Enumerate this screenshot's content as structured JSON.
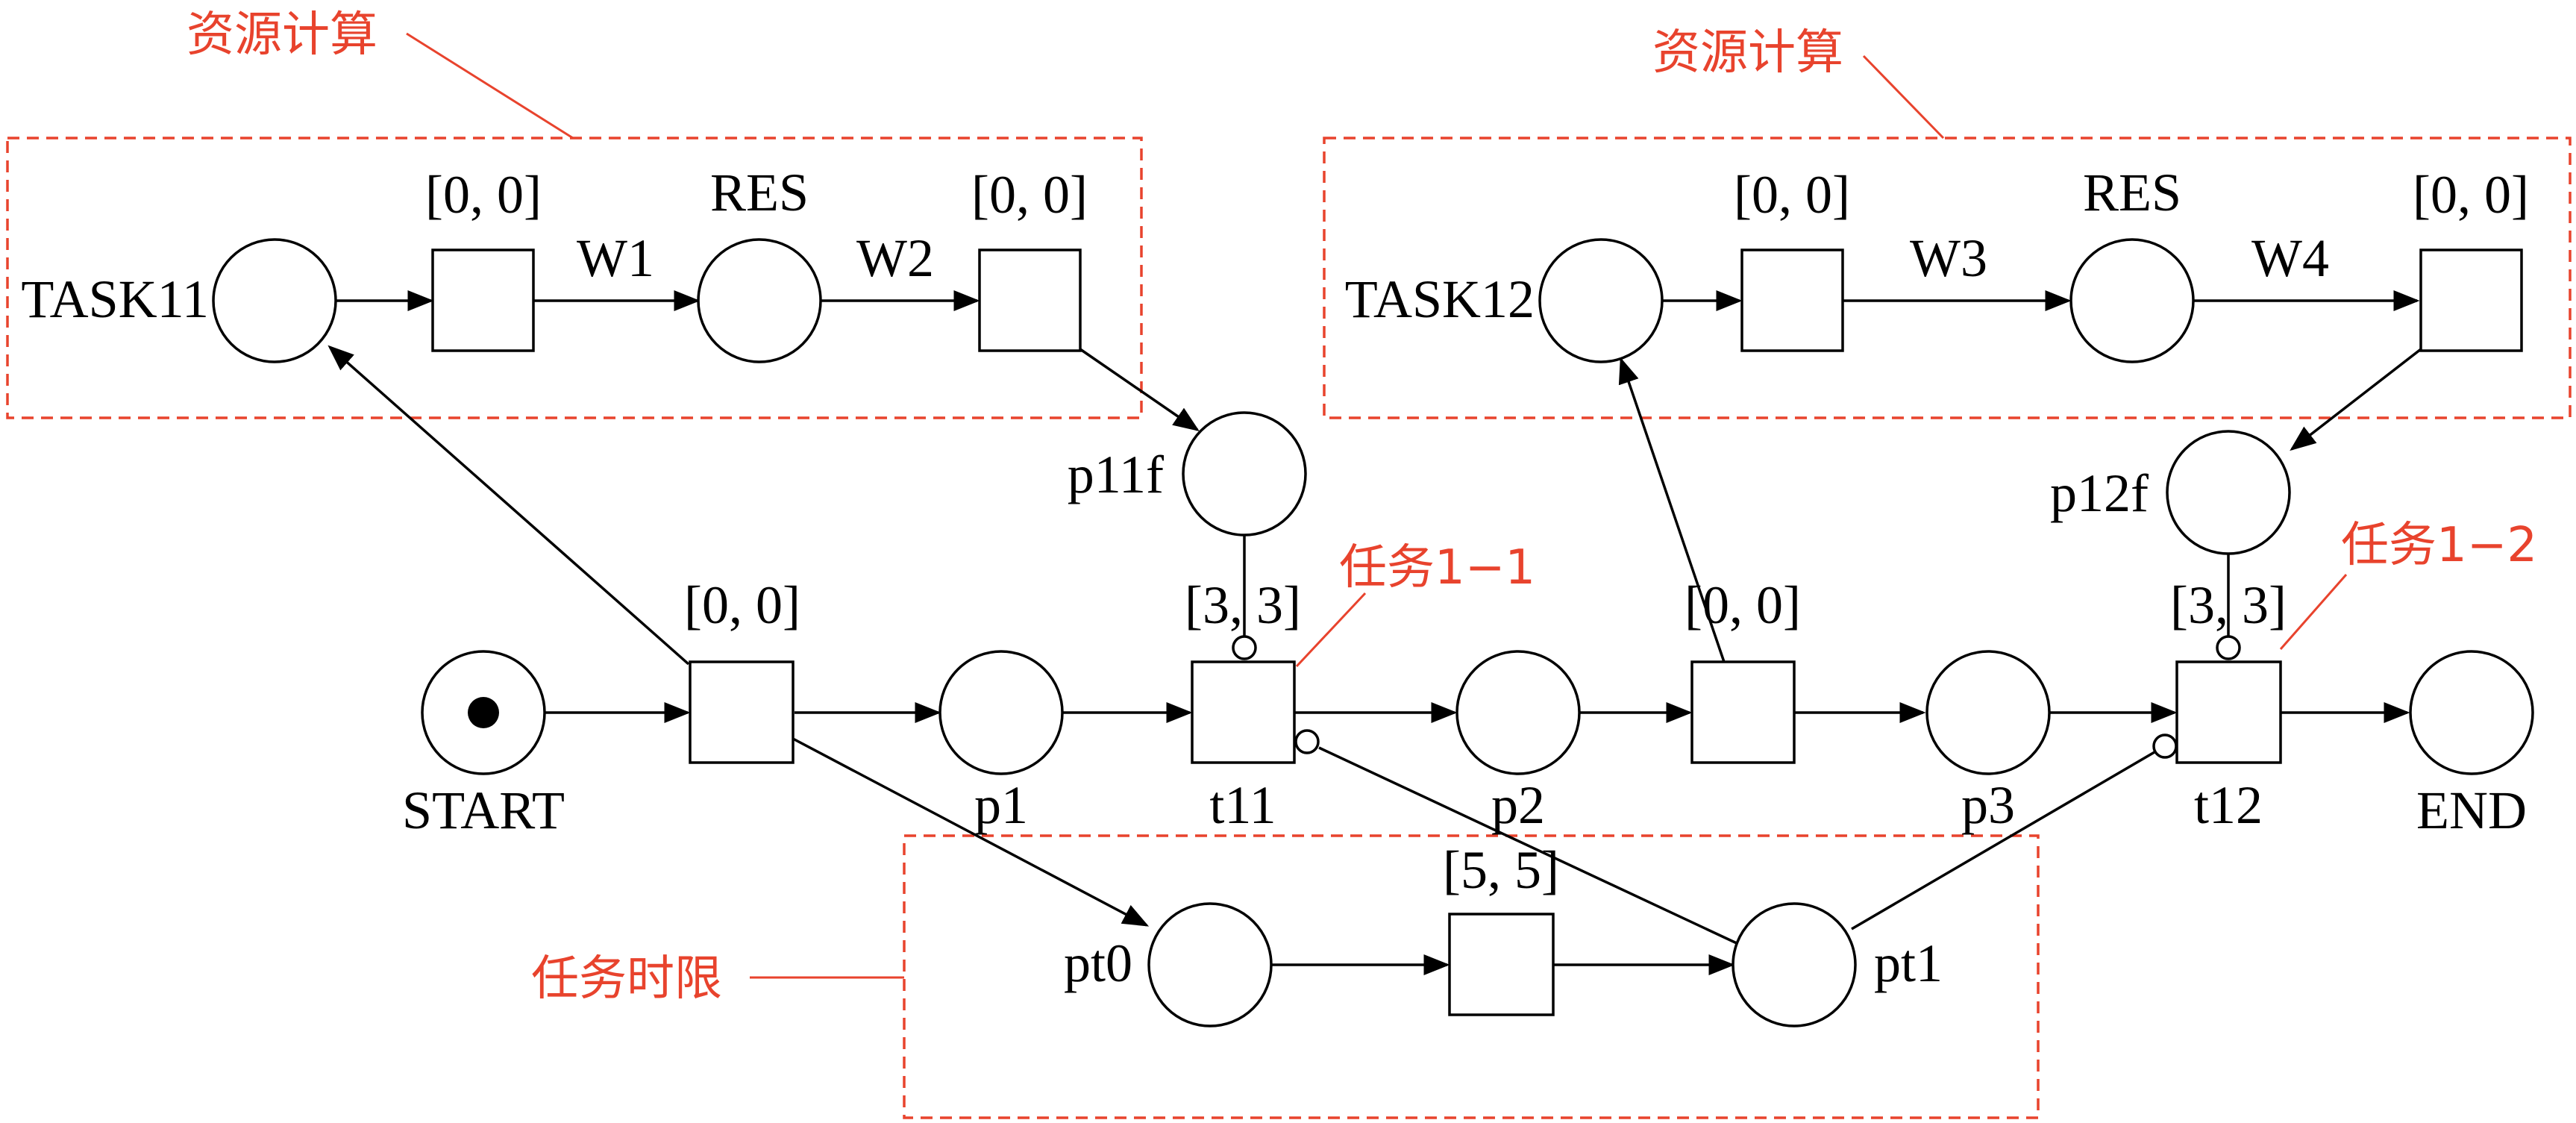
{
  "colors": {
    "annotation": "#e8432d",
    "stroke": "#000000"
  },
  "annotations": {
    "resource_calc_left": "资源计算",
    "resource_calc_right": "资源计算",
    "task_1_1": "任务1−1",
    "task_1_2": "任务1−2",
    "task_deadline": "任务时限"
  },
  "places": {
    "task11": "TASK11",
    "res_left": "RES",
    "p11f": "p11f",
    "task12": "TASK12",
    "res_right": "RES",
    "p12f": "p12f",
    "start": "START",
    "p1": "p1",
    "p2": "p2",
    "p3": "p3",
    "end": "END",
    "pt0": "pt0",
    "pt1": "pt1"
  },
  "transitions": {
    "t_res_left_in": "[0, 0]",
    "t_res_left_out": "[0, 0]",
    "t_res_right_in": "[0, 0]",
    "t_res_right_out": "[0, 0]",
    "t_start": "[0, 0]",
    "t11_interval": "[3, 3]",
    "t11": "t11",
    "t_mid": "[0, 0]",
    "t12_interval": "[3, 3]",
    "t12": "t12",
    "t_deadline": "[5, 5]"
  },
  "arc_weights": {
    "w1": "W1",
    "w2": "W2",
    "w3": "W3",
    "w4": "W4"
  },
  "marking": {
    "start_tokens": 1
  }
}
